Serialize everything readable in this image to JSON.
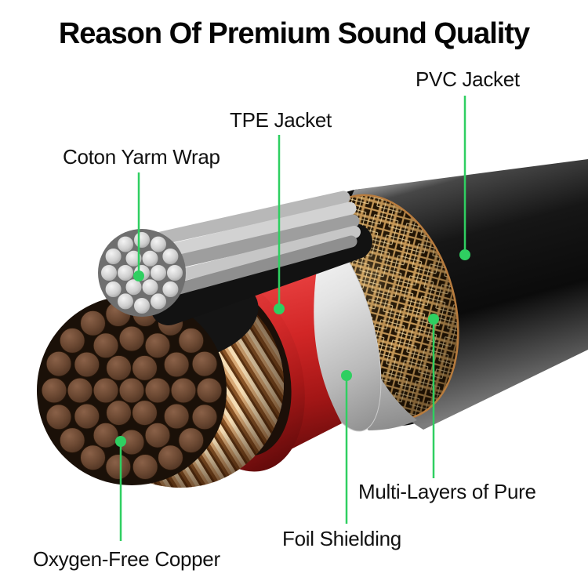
{
  "title": "Reason Of Premium Sound Quality",
  "callouts": {
    "pvc": {
      "label": "PVC Jacket"
    },
    "tpe": {
      "label": "TPE Jacket"
    },
    "coton": {
      "label": "Coton Yarm Wrap"
    },
    "multi": {
      "label": "Multi-Layers of Pure"
    },
    "foil": {
      "label": "Foil Shielding"
    },
    "oxygen": {
      "label": "Oxygen-Free Copper"
    }
  },
  "colors": {
    "accent_green": "#2fcf61",
    "background": "#ffffff",
    "title_text": "#050505",
    "label_text": "#111111",
    "pvc_jacket_black": "#141414",
    "tpe_jacket_red": "#cc2222",
    "braid_copper": "#c89a58",
    "foil_gray": "#d9d9d9",
    "copper_core_brown": "#6b4832",
    "yarn_wrap_gray": "#c9c9c9",
    "winding_copper": "#e0b07e"
  }
}
